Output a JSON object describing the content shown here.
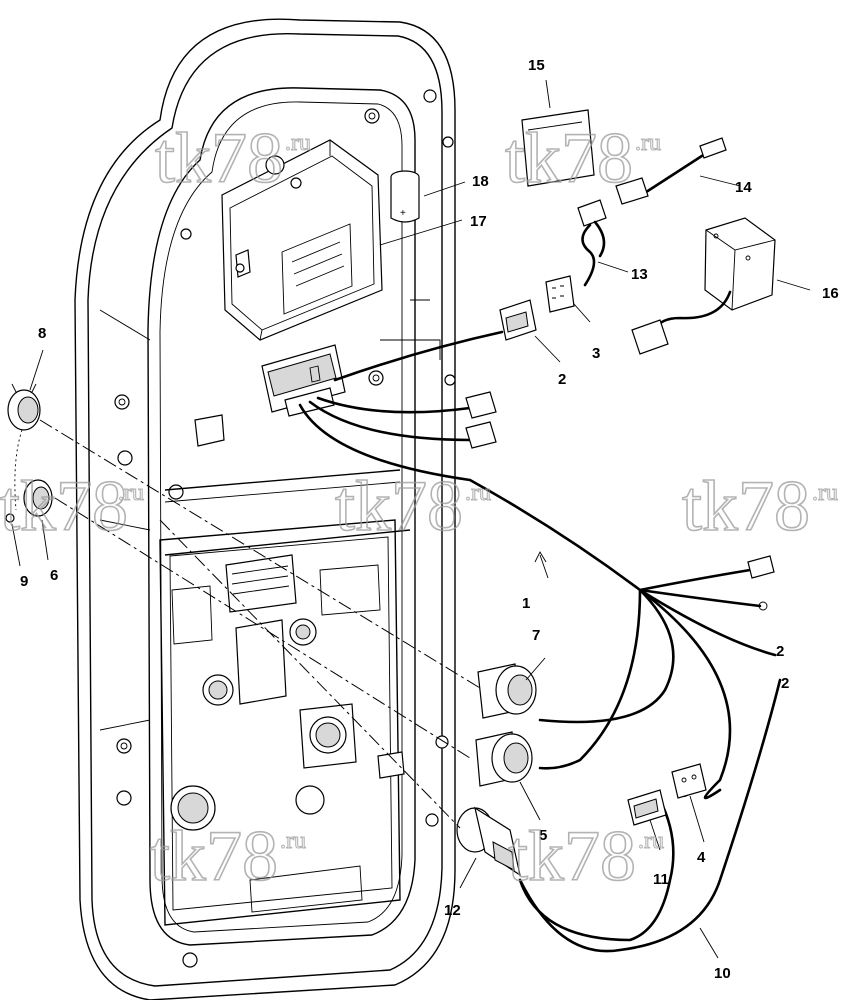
{
  "callouts": {
    "c1": "1",
    "c2a": "2",
    "c2b": "2",
    "c2c": "2",
    "c3": "3",
    "c4": "4",
    "c5": "5",
    "c6": "6",
    "c7": "7",
    "c8": "8",
    "c9": "9",
    "c10": "10",
    "c11": "11",
    "c12": "12",
    "c13": "13",
    "c14": "14",
    "c15": "15",
    "c16": "16",
    "c17": "17",
    "c18": "18"
  },
  "watermark": {
    "text": "tk78",
    "suffix": ".ru"
  }
}
